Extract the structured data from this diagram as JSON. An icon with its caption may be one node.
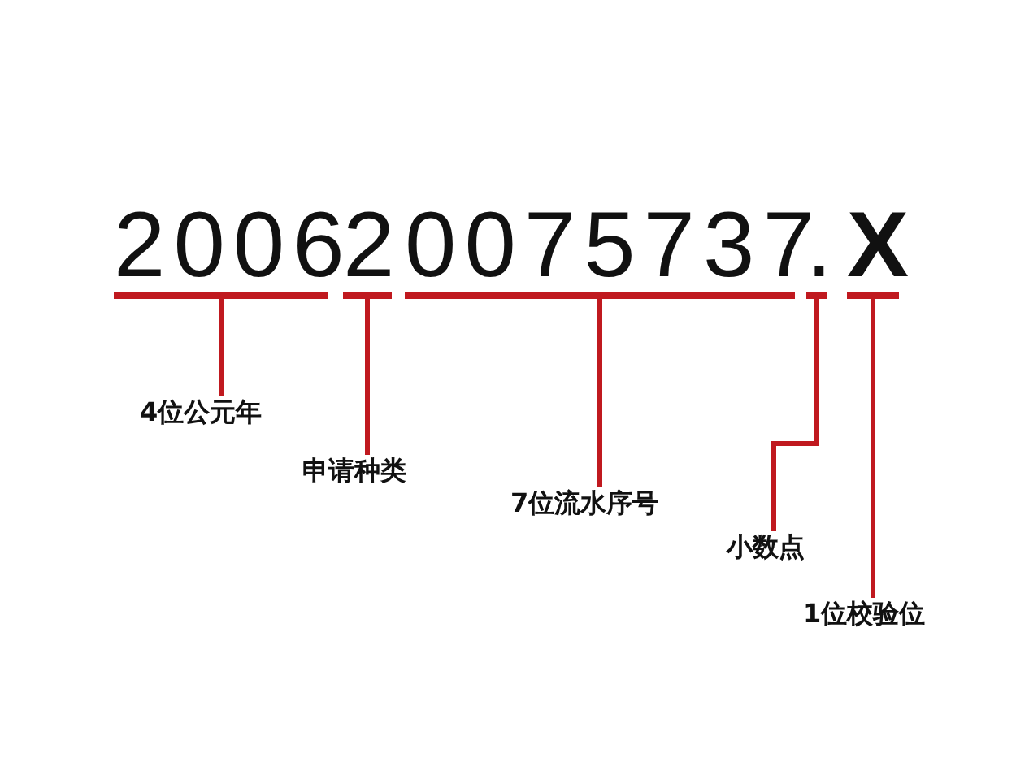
{
  "diagram": {
    "nodes": [
      {
        "text": [
          "2006"
        ]
      },
      {
        "text": [
          "2"
        ]
      },
      {
        "text": [
          "0075737"
        ]
      },
      {
        "text": [
          "."
        ]
      },
      {
        "text": [
          "X"
        ]
      },
      {
        "text": [
          "4位公元年"
        ]
      },
      {
        "text": [
          "申请种类"
        ]
      },
      {
        "text": [
          "7位流水序号"
        ]
      },
      {
        "text": [
          "小数点"
        ]
      },
      {
        "text": [
          "1位校验位"
        ]
      }
    ],
    "edges": [
      {
        "from": 5,
        "to": 0,
        "arrow": "none"
      },
      {
        "from": 6,
        "to": 1,
        "arrow": "none"
      },
      {
        "from": 7,
        "to": 2,
        "arrow": "none"
      },
      {
        "from": 8,
        "to": 3,
        "arrow": "none"
      },
      {
        "from": 9,
        "to": 4,
        "arrow": "none"
      }
    ]
  }
}
